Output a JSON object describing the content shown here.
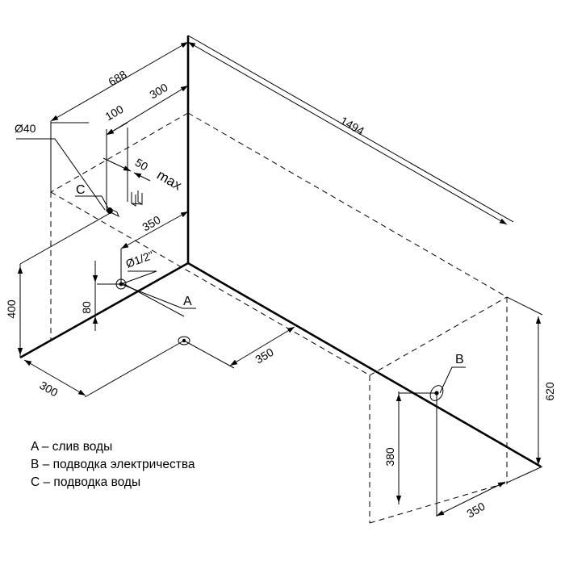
{
  "dimensions": {
    "width_back": "688",
    "faucet_offset": "300",
    "faucet_spacing": "100",
    "faucet_max": "50",
    "max_label": "max",
    "length": "1494",
    "inlet_offset": "350",
    "height": "400",
    "drain_height": "80",
    "drain_from_side": "300",
    "drain_offset": "350",
    "front_height": "620",
    "electric_height": "380",
    "electric_offset": "350",
    "pipe_diameter": "Ø40",
    "thread_size": "Ø1/2\""
  },
  "labels": {
    "a": "A",
    "b": "B",
    "c": "C"
  },
  "legend": [
    "A – слив воды",
    "B – подводка электричества",
    "C – подводка воды"
  ]
}
